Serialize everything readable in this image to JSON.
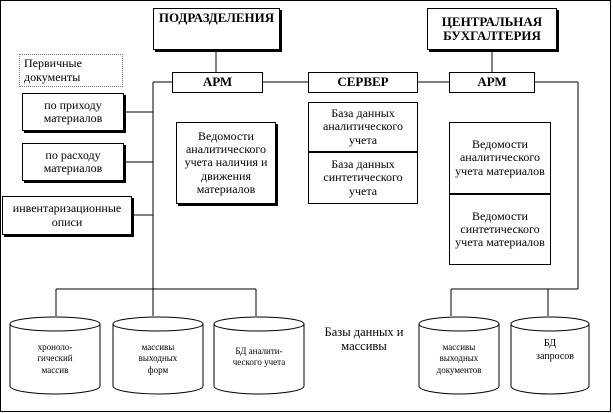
{
  "headers": {
    "divisions": "ПОДРАЗДЕЛЕНИЯ",
    "central_accounting": "ЦЕНТРАЛЬНАЯ БУХГАЛТЕРИЯ"
  },
  "primary_docs": {
    "title": "Первичные документы",
    "items": [
      "по приходу материалов",
      "по расходу материалов",
      "инвентаризационные описи"
    ]
  },
  "left_arm": {
    "label": "АРМ",
    "report": "Ведомости аналитического учета наличия и движения материалов"
  },
  "server": {
    "label": "СЕРВЕР",
    "databases": [
      "База данных аналитического учета",
      "База данных синтетического учета"
    ]
  },
  "right_arm": {
    "label": "АРМ",
    "reports": [
      "Ведомости аналитического учета материалов",
      "Ведомости синтетического учета материалов"
    ]
  },
  "databases_label": "Базы данных и массивы",
  "cylinders": [
    {
      "label": "хроноло-гический массив"
    },
    {
      "label": "массивы выходных форм"
    },
    {
      "label": "БД аналити-ческого учета"
    },
    {
      "label": "массивы выходных документов"
    },
    {
      "label": "БД запросов"
    }
  ]
}
